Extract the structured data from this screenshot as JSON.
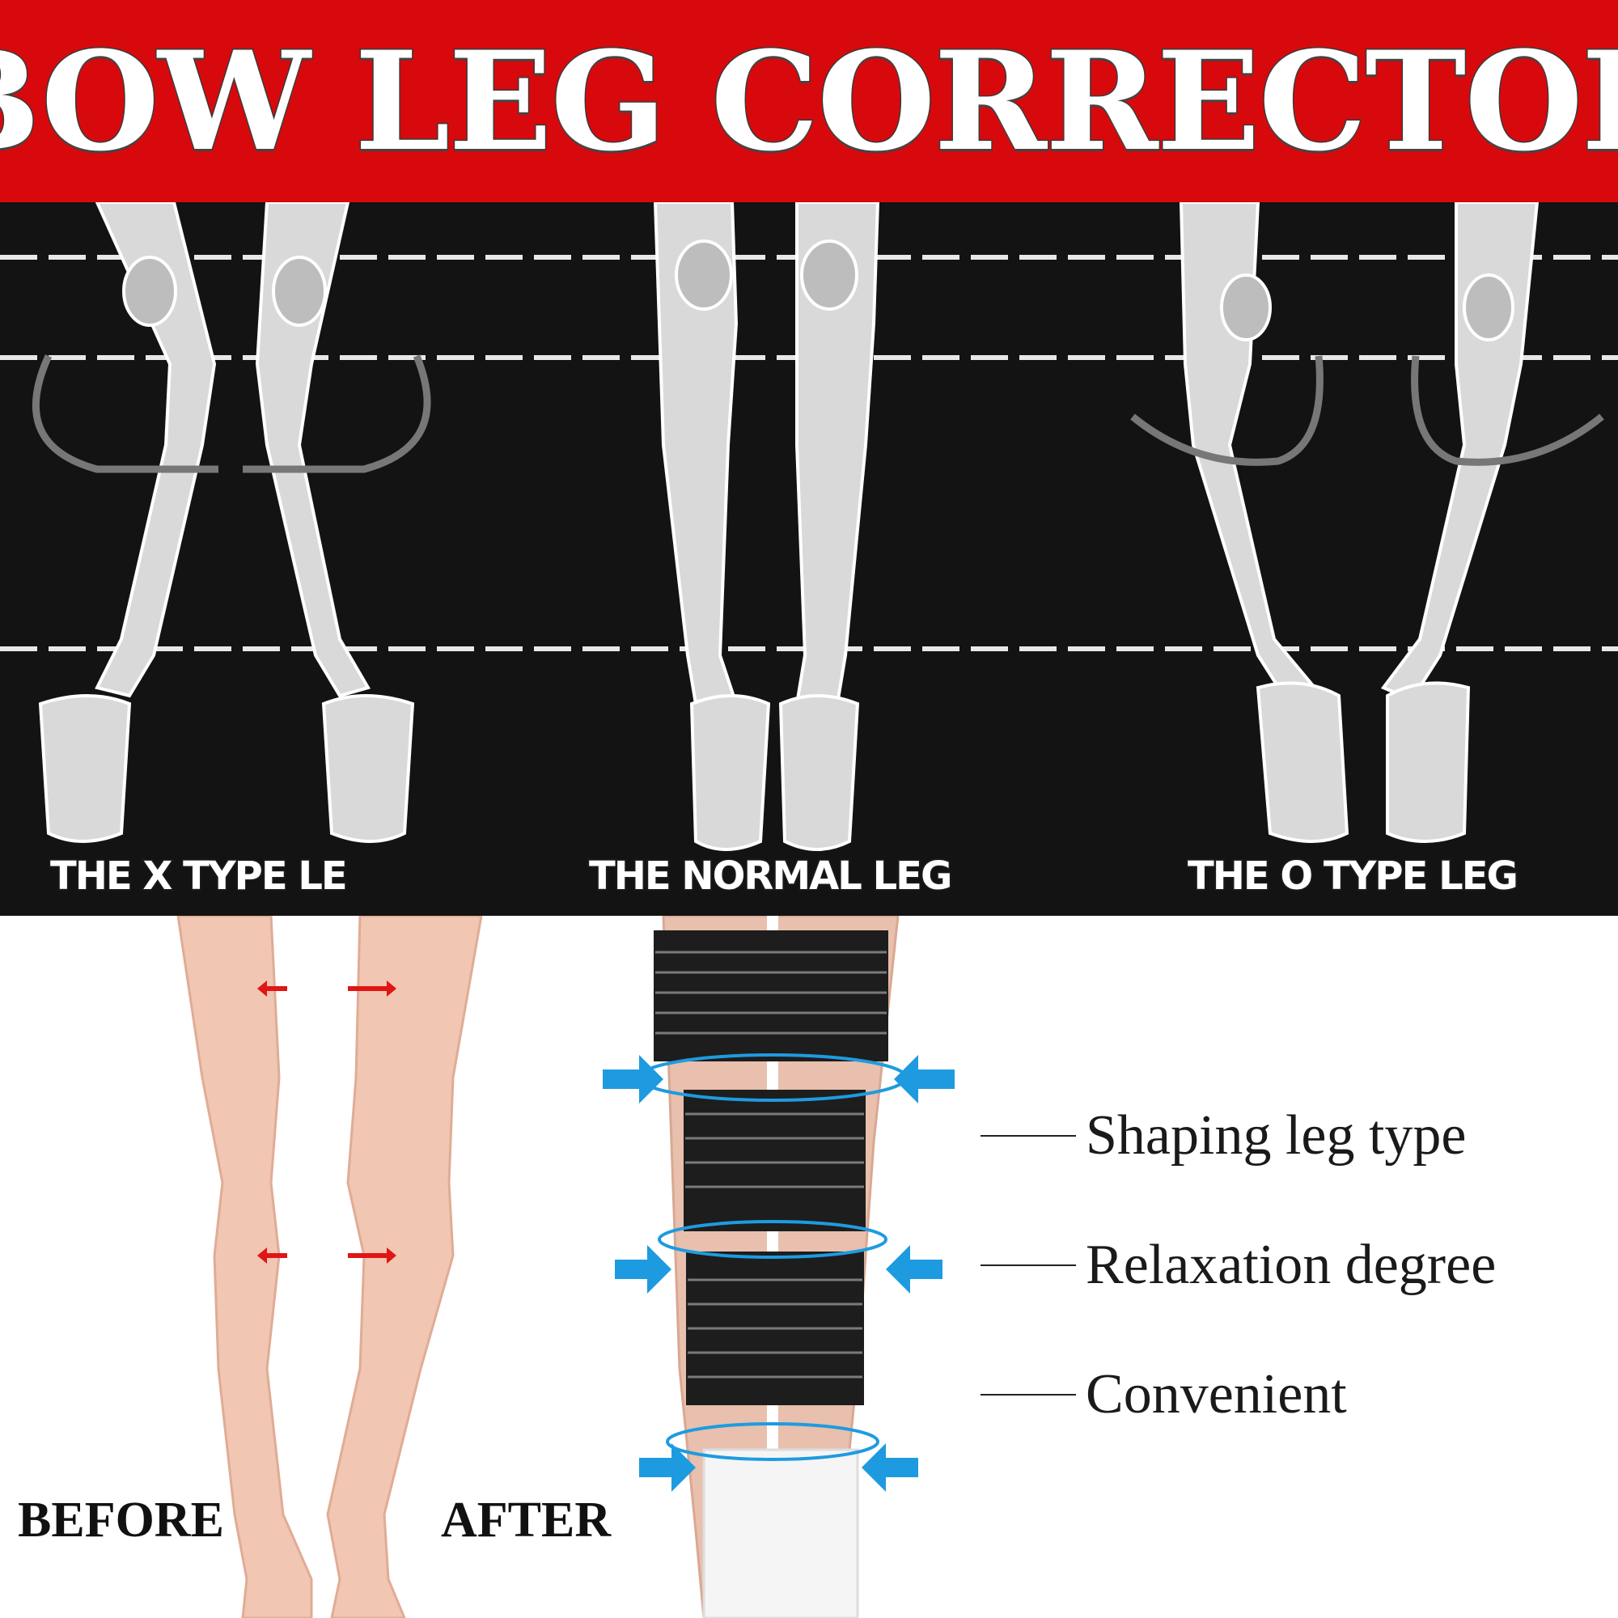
{
  "banner": {
    "title": "BOW LEG CORRECTOR"
  },
  "skeleton_labels": {
    "x_type": "THE X TYPE LE",
    "normal": "THE NORMAL LEG",
    "o_type": "THE O TYPE LEG"
  },
  "comparison": {
    "before": "BEFORE",
    "after": "AFTER"
  },
  "features": [
    "Shaping leg type",
    "Relaxation degree",
    "Convenient"
  ],
  "colors": {
    "banner": "#d8090c",
    "panel": "#131313",
    "arrow_red": "#e01515",
    "arrow_blue": "#1e9be0"
  }
}
